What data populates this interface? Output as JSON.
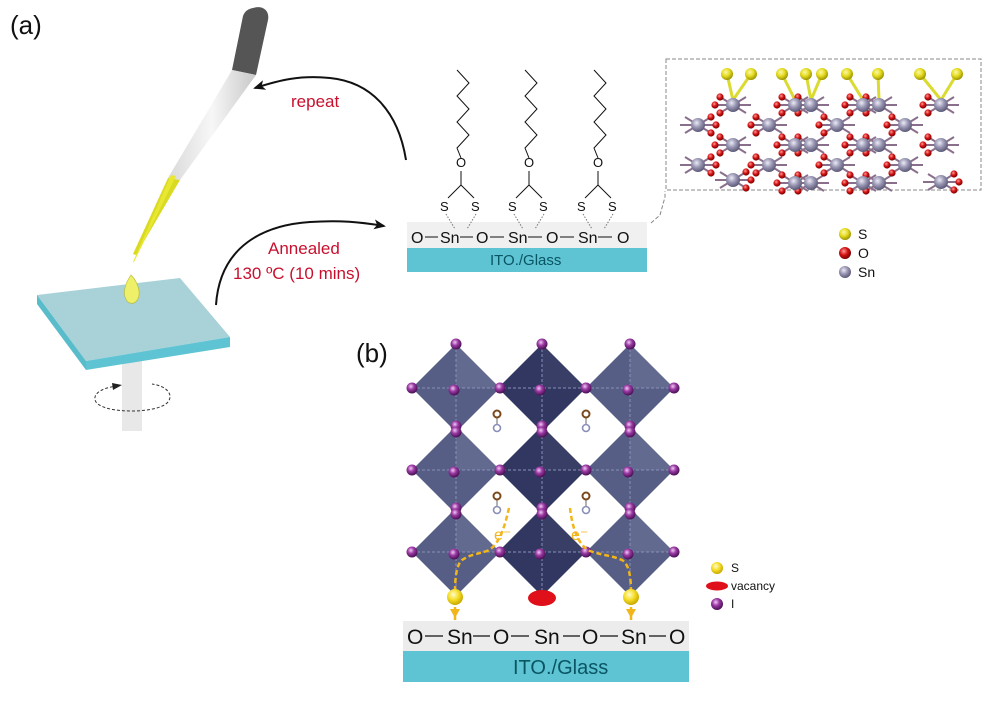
{
  "figure": {
    "panel_a": {
      "label": "(a)",
      "repeat_label": "repeat",
      "anneal_label_line1": "Annealed",
      "anneal_label_line2": "130 ºC (10 mins)",
      "surface_chain": [
        "O",
        "Sn",
        "O",
        "Sn",
        "O",
        "Sn",
        "O"
      ],
      "ligand_atoms": {
        "oxygen": "O",
        "sulfur": "S"
      },
      "substrate_label": "ITO./Glass",
      "legend": [
        {
          "label": "S",
          "color": "#e8e22a"
        },
        {
          "label": "O",
          "color": "#d81e1e"
        },
        {
          "label": "Sn",
          "color": "#9a98b4"
        }
      ]
    },
    "panel_b": {
      "label": "(b)",
      "electron_label": "e⁻",
      "surface_chain": [
        "O",
        "Sn",
        "O",
        "Sn",
        "O",
        "Sn",
        "O"
      ],
      "substrate_label": "ITO./Glass",
      "legend": [
        {
          "label": "S",
          "color": "#f5e23c"
        },
        {
          "label": "vacancy",
          "color": "#e0101a"
        },
        {
          "label": "I",
          "color": "#9b3fa8"
        }
      ]
    },
    "colors": {
      "substrate": "#5ec3d2",
      "text_red": "#c8102e",
      "octahedron": "#2e3563",
      "iodine": "#8e2b93",
      "sulfur_b": "#f3dd2e",
      "electron_path": "#f2b51a"
    }
  }
}
